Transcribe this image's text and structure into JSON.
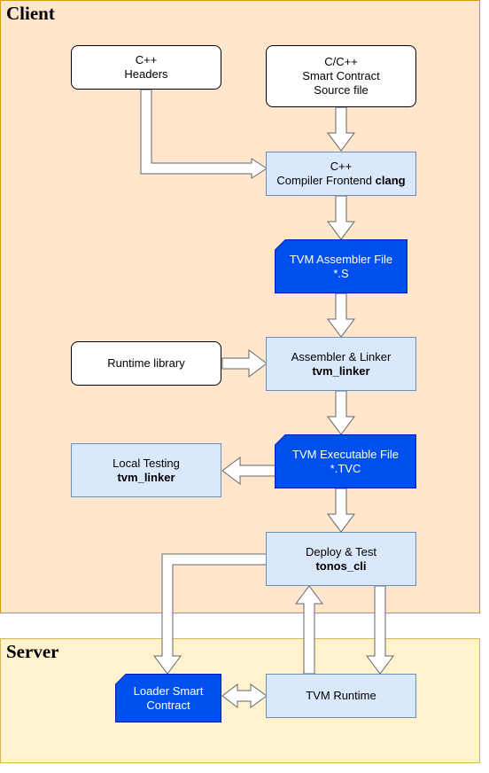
{
  "regions": {
    "client": {
      "title": "Client",
      "fill": "#ffe6cc",
      "stroke": "#d79b00"
    },
    "server": {
      "title": "Server",
      "fill": "#fff2cc",
      "stroke": "#d6b656"
    }
  },
  "colors": {
    "white_box": "#ffffff",
    "light_box": "#dae8fc",
    "light_border": "#6c8ebf",
    "dark_box": "#0050ef",
    "dark_border": "#001dbc",
    "arrow_fill": "#ffffff",
    "arrow_stroke": "#666666"
  },
  "nodes": {
    "cpp_headers": {
      "line1": "C++",
      "line2": "Headers"
    },
    "source_file": {
      "line1": "C/C++",
      "line2": "Smart Contract",
      "line3": "Source file"
    },
    "compiler": {
      "line1": "C++",
      "line2_prefix": "Compiler Frontend ",
      "line2_bold": "clang"
    },
    "asm_file": {
      "line1": "TVM Assembler File",
      "line2": "*.S"
    },
    "runtime_lib": {
      "line1": "Runtime library"
    },
    "linker": {
      "line1": "Assembler & Linker",
      "line2": "tvm_linker"
    },
    "exec_file": {
      "line1": "TVM Executable File",
      "line2": "*.TVC"
    },
    "local_testing": {
      "line1": "Local Testing",
      "line2": "tvm_linker"
    },
    "deploy": {
      "line1": "Deploy & Test",
      "line2": "tonos_cli"
    },
    "loader": {
      "line1": "Loader Smart",
      "line2": "Contract"
    },
    "tvm_runtime": {
      "line1": "TVM Runtime"
    }
  }
}
